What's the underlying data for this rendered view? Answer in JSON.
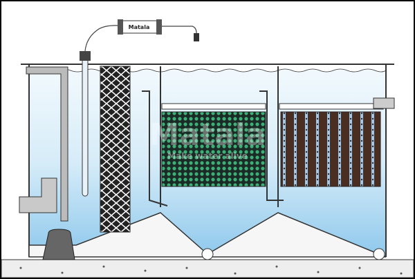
{
  "diagram": {
    "brand_logo": "Matala",
    "watermark": {
      "brand": "Matala",
      "tagline": "Make water alive"
    },
    "components": [
      "uv-sterilizer",
      "submersible-pump",
      "pump-pipe",
      "brush-media-column",
      "green-filter-media",
      "dark-filter-media",
      "outlet-pipe",
      "sediment-drains"
    ],
    "colors": {
      "water": "#cfe6f5",
      "water_deep": "#8ec8ec",
      "green_media": "#3fae78",
      "dark_media": "#4a2e22",
      "ground": "#eeeeee",
      "outline": "#222222"
    }
  }
}
